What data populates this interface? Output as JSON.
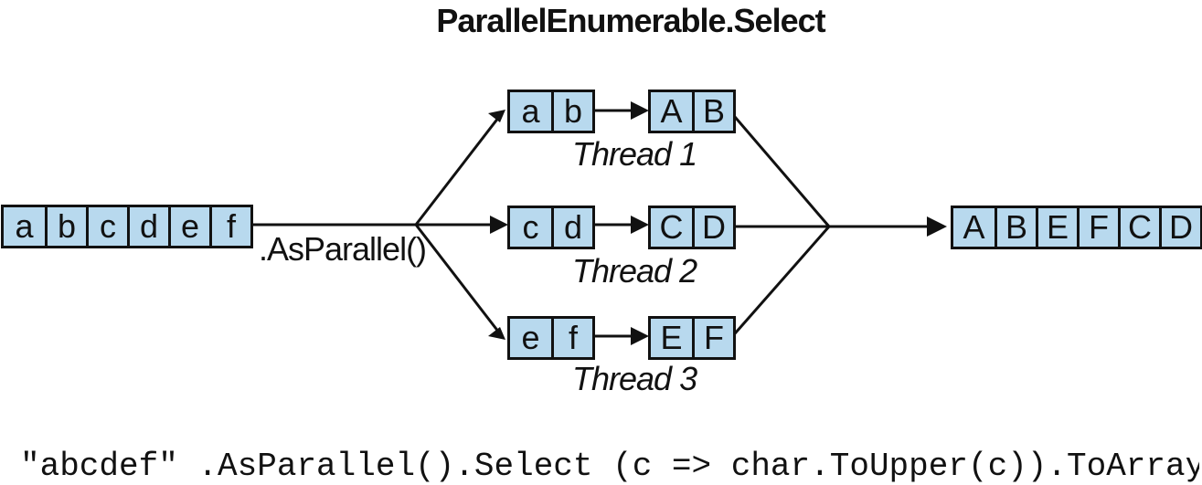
{
  "title": "ParallelEnumerable.Select",
  "input": [
    "a",
    "b",
    "c",
    "d",
    "e",
    "f"
  ],
  "partition_label": ".AsParallel()",
  "threads": [
    {
      "input": [
        "a",
        "b"
      ],
      "output": [
        "A",
        "B"
      ],
      "label": "Thread 1"
    },
    {
      "input": [
        "c",
        "d"
      ],
      "output": [
        "C",
        "D"
      ],
      "label": "Thread 2"
    },
    {
      "input": [
        "e",
        "f"
      ],
      "output": [
        "E",
        "F"
      ],
      "label": "Thread 3"
    }
  ],
  "output": [
    "A",
    "B",
    "E",
    "F",
    "C",
    "D"
  ],
  "code": "\"abcdef\" .AsParallel().Select (c => char.ToUpper(c)).ToArray()"
}
